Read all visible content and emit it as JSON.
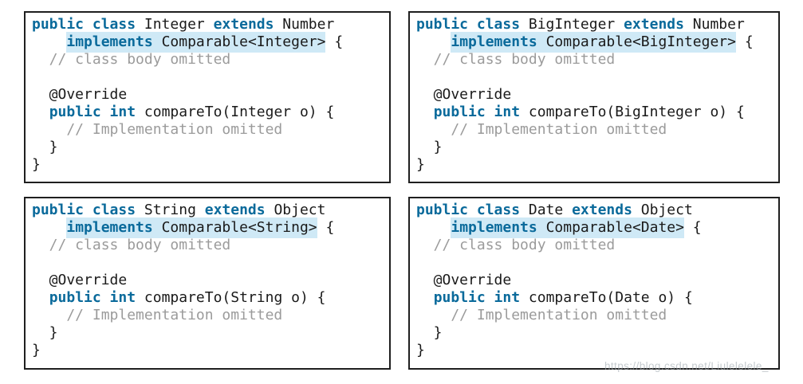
{
  "colors": {
    "keyword": "#0a6a9b",
    "plain": "#1a1a1a",
    "comment": "#9b9b9b",
    "highlight": "#cfe9f6",
    "border": "#1f1f1f",
    "watermark": "#9ea8af"
  },
  "watermark": {
    "text": "https://blog.csdn.net/Liulelelele_"
  },
  "panels": [
    {
      "id": "integer",
      "lines": [
        {
          "tokens": [
            {
              "t": "public class",
              "s": "k"
            },
            {
              "t": " Integer ",
              "s": "p"
            },
            {
              "t": "extends",
              "s": "k"
            },
            {
              "t": " Number",
              "s": "p"
            }
          ]
        },
        {
          "tokens": [
            {
              "t": "    ",
              "s": "p"
            },
            {
              "t": "implements",
              "s": "k",
              "h": true
            },
            {
              "t": " Comparable<Integer>",
              "s": "p",
              "h": true
            },
            {
              "t": " {",
              "s": "p"
            }
          ]
        },
        {
          "tokens": [
            {
              "t": "  // class body omitted",
              "s": "c"
            }
          ]
        },
        {
          "tokens": []
        },
        {
          "tokens": [
            {
              "t": "  @Override",
              "s": "p"
            }
          ]
        },
        {
          "tokens": [
            {
              "t": "  ",
              "s": "p"
            },
            {
              "t": "public int",
              "s": "k"
            },
            {
              "t": " compareTo(Integer o) {",
              "s": "p"
            }
          ]
        },
        {
          "tokens": [
            {
              "t": "    // Implementation omitted",
              "s": "c"
            }
          ]
        },
        {
          "tokens": [
            {
              "t": "  }",
              "s": "p"
            }
          ]
        },
        {
          "tokens": [
            {
              "t": "}",
              "s": "p"
            }
          ]
        }
      ]
    },
    {
      "id": "biginteger",
      "lines": [
        {
          "tokens": [
            {
              "t": "public class",
              "s": "k"
            },
            {
              "t": " BigInteger ",
              "s": "p"
            },
            {
              "t": "extends",
              "s": "k"
            },
            {
              "t": " Number",
              "s": "p"
            }
          ]
        },
        {
          "tokens": [
            {
              "t": "    ",
              "s": "p"
            },
            {
              "t": "implements",
              "s": "k",
              "h": true
            },
            {
              "t": " Comparable<BigInteger>",
              "s": "p",
              "h": true
            },
            {
              "t": " {",
              "s": "p"
            }
          ]
        },
        {
          "tokens": [
            {
              "t": "  // class body omitted",
              "s": "c"
            }
          ]
        },
        {
          "tokens": []
        },
        {
          "tokens": [
            {
              "t": "  @Override",
              "s": "p"
            }
          ]
        },
        {
          "tokens": [
            {
              "t": "  ",
              "s": "p"
            },
            {
              "t": "public int",
              "s": "k"
            },
            {
              "t": " compareTo(BigInteger o) {",
              "s": "p"
            }
          ]
        },
        {
          "tokens": [
            {
              "t": "    // Implementation omitted",
              "s": "c"
            }
          ]
        },
        {
          "tokens": [
            {
              "t": "  }",
              "s": "p"
            }
          ]
        },
        {
          "tokens": [
            {
              "t": "}",
              "s": "p"
            }
          ]
        }
      ]
    },
    {
      "id": "string",
      "lines": [
        {
          "tokens": [
            {
              "t": "public class",
              "s": "k"
            },
            {
              "t": " String ",
              "s": "p"
            },
            {
              "t": "extends",
              "s": "k"
            },
            {
              "t": " Object",
              "s": "p"
            }
          ]
        },
        {
          "tokens": [
            {
              "t": "    ",
              "s": "p"
            },
            {
              "t": "implements",
              "s": "k",
              "h": true
            },
            {
              "t": " Comparable<String>",
              "s": "p",
              "h": true
            },
            {
              "t": " {",
              "s": "p"
            }
          ]
        },
        {
          "tokens": [
            {
              "t": "  // class body omitted",
              "s": "c"
            }
          ]
        },
        {
          "tokens": []
        },
        {
          "tokens": [
            {
              "t": "  @Override",
              "s": "p"
            }
          ]
        },
        {
          "tokens": [
            {
              "t": "  ",
              "s": "p"
            },
            {
              "t": "public int",
              "s": "k"
            },
            {
              "t": " compareTo(String o) {",
              "s": "p"
            }
          ]
        },
        {
          "tokens": [
            {
              "t": "    // Implementation omitted",
              "s": "c"
            }
          ]
        },
        {
          "tokens": [
            {
              "t": "  }",
              "s": "p"
            }
          ]
        },
        {
          "tokens": [
            {
              "t": "}",
              "s": "p"
            }
          ]
        }
      ]
    },
    {
      "id": "date",
      "lines": [
        {
          "tokens": [
            {
              "t": "public class",
              "s": "k"
            },
            {
              "t": " Date ",
              "s": "p"
            },
            {
              "t": "extends",
              "s": "k"
            },
            {
              "t": " Object",
              "s": "p"
            }
          ]
        },
        {
          "tokens": [
            {
              "t": "    ",
              "s": "p"
            },
            {
              "t": "implements",
              "s": "k",
              "h": true
            },
            {
              "t": " Comparable<Date>",
              "s": "p",
              "h": true
            },
            {
              "t": " {",
              "s": "p"
            }
          ]
        },
        {
          "tokens": [
            {
              "t": "  // class body omitted",
              "s": "c"
            }
          ]
        },
        {
          "tokens": []
        },
        {
          "tokens": [
            {
              "t": "  @Override",
              "s": "p"
            }
          ]
        },
        {
          "tokens": [
            {
              "t": "  ",
              "s": "p"
            },
            {
              "t": "public int",
              "s": "k"
            },
            {
              "t": " compareTo(Date o) {",
              "s": "p"
            }
          ]
        },
        {
          "tokens": [
            {
              "t": "    // Implementation omitted",
              "s": "c"
            }
          ]
        },
        {
          "tokens": [
            {
              "t": "  }",
              "s": "p"
            }
          ]
        },
        {
          "tokens": [
            {
              "t": "}",
              "s": "p"
            }
          ]
        }
      ]
    }
  ]
}
